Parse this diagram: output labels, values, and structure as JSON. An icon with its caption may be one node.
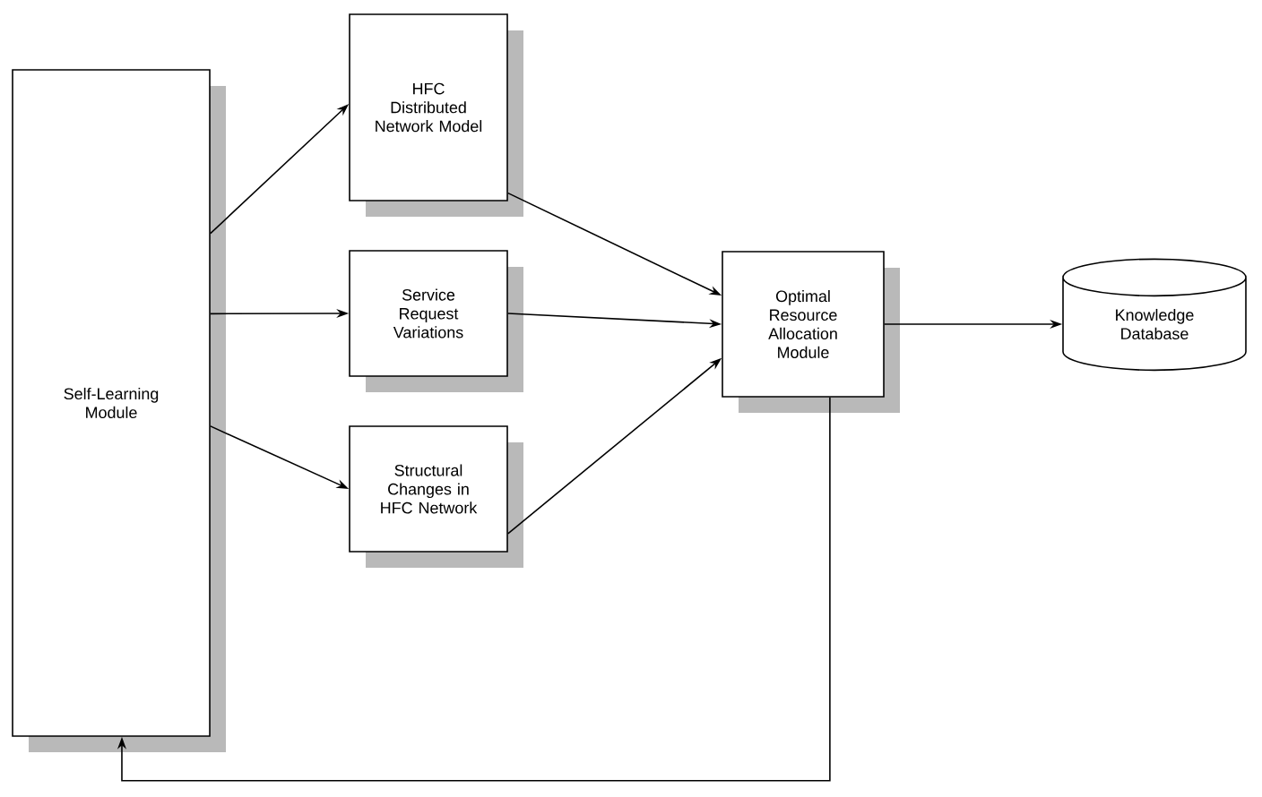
{
  "diagram": {
    "nodes": [
      {
        "text": [
          "Self-Learning Module"
        ]
      },
      {
        "text": [
          "HFC Distributed Network Model"
        ]
      },
      {
        "text": [
          "Service Request Variations"
        ]
      },
      {
        "text": [
          "Structural Changes in HFC Network"
        ]
      },
      {
        "text": [
          "Optimal Resource Allocation Module"
        ]
      },
      {
        "text": [
          "Knowledge Database"
        ]
      }
    ],
    "edges": [
      {
        "from": 0,
        "to": 1,
        "arrow": "to"
      },
      {
        "from": 0,
        "to": 2,
        "arrow": "to"
      },
      {
        "from": 0,
        "to": 3,
        "arrow": "to"
      },
      {
        "from": 1,
        "to": 4,
        "arrow": "to"
      },
      {
        "from": 2,
        "to": 4,
        "arrow": "to"
      },
      {
        "from": 3,
        "to": 4,
        "arrow": "to"
      },
      {
        "from": 4,
        "to": 5,
        "arrow": "to"
      },
      {
        "from": 4,
        "to": 0,
        "arrow": "to"
      }
    ]
  }
}
